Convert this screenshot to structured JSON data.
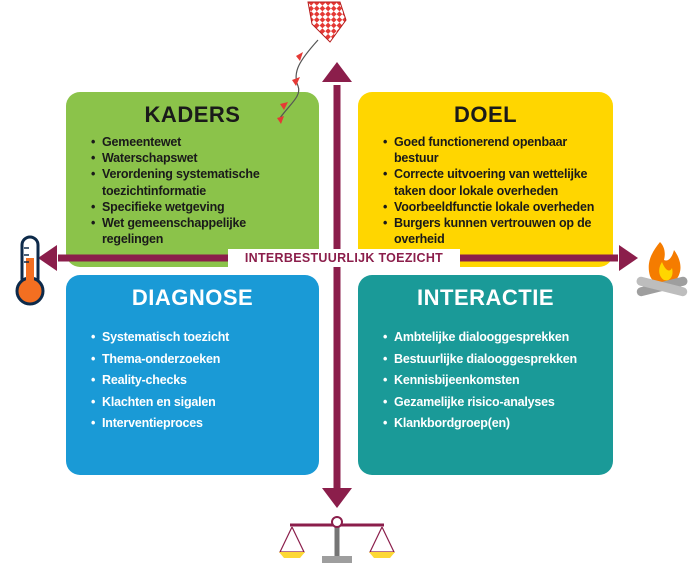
{
  "axis_label": "INTERBESTUURLIJK TOEZICHT",
  "colors": {
    "arrow": "#8b1e4b",
    "kaders": "#8bc34a",
    "doel": "#ffd600",
    "diagnose": "#1a9ad6",
    "interactie": "#1a9a98"
  },
  "quadrants": {
    "kaders": {
      "title": "KADERS",
      "items": [
        "Gemeentewet",
        "Waterschapswet",
        "Verordening systematische toezichtinformatie",
        "Specifieke wetgeving",
        "Wet gemeenschappelijke regelingen"
      ]
    },
    "doel": {
      "title": "DOEL",
      "items": [
        "Goed functionerend openbaar bestuur",
        "Correcte uitvoering van wettelijke taken door lokale overheden",
        "Voorbeeldfunctie lokale overheden",
        "Burgers kunnen vertrouwen op de overheid"
      ]
    },
    "diagnose": {
      "title": "DIAGNOSE",
      "items": [
        "Systematisch toezicht",
        "Thema-onderzoeken",
        "Reality-checks",
        "Klachten en sigalen",
        "Interventieproces"
      ]
    },
    "interactie": {
      "title": "INTERACTIE",
      "items": [
        "Ambtelijke dialooggesprekken",
        "Bestuurlijke dialooggesprekken",
        "Kennisbijeenkomsten",
        "Gezamelijke risico-analyses",
        "Klankbordgroep(en)"
      ]
    }
  },
  "icons": [
    "kite-icon",
    "thermometer-icon",
    "campfire-icon",
    "scales-icon"
  ]
}
